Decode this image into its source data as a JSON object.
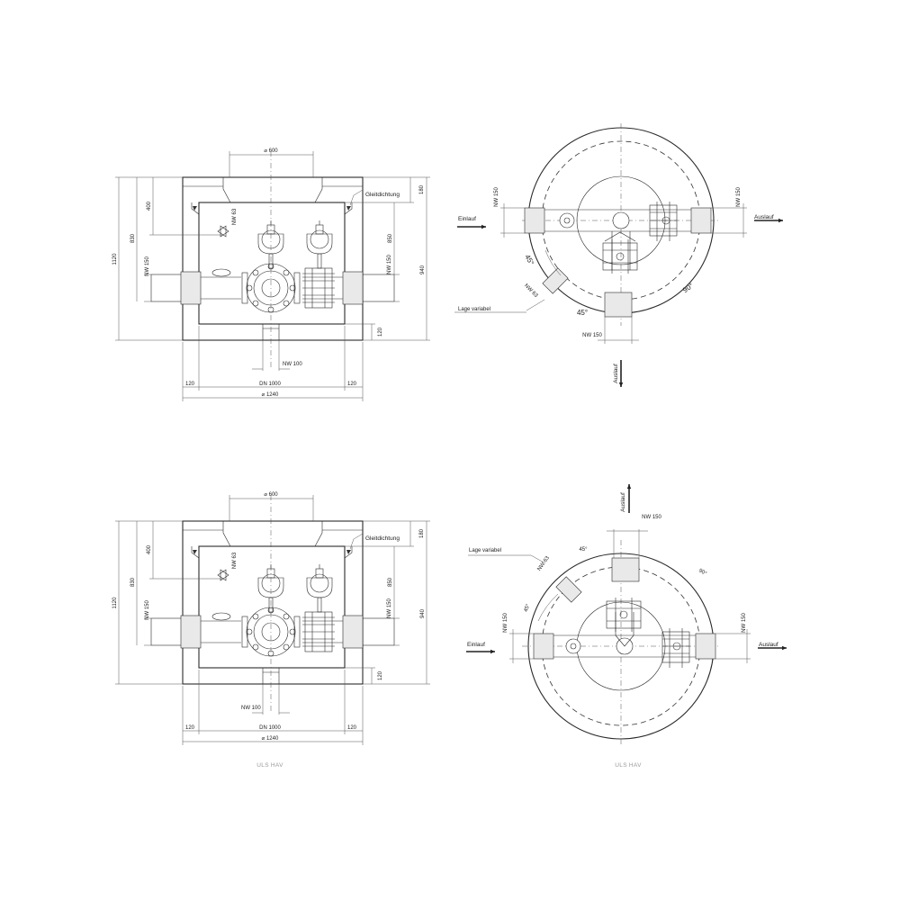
{
  "sections": [
    {
      "side": {
        "top_diameter": "⌀ 600",
        "gleitdichtung": "Gleitdichtung",
        "dim_180": "180",
        "dim_400": "400",
        "nw63": "NW 63",
        "dim_830": "830",
        "dim_850": "850",
        "dim_1120": "1120",
        "dim_940": "940",
        "nw150_left": "NW 150",
        "nw150_right": "NW 150",
        "dim_120_vert": "120",
        "nw100": "NW 100",
        "dim_120_left": "120",
        "dn1000": "DN 1000",
        "dim_120_right": "120",
        "dia1240": "⌀ 1240"
      },
      "plan": {
        "einlauf": "Einlauf",
        "auslauf_right": "Auslauf",
        "auslauf_bottom": "Auslauf",
        "nw150_inlet": "NW 150",
        "nw150_outlet": "NW 150",
        "nw150_bottom": "NW 150",
        "nw63": "NW 63",
        "lage_variabel": "Lage variabel",
        "angle_45_a": "45°",
        "angle_45_b": "45°",
        "angle_90": "90°"
      }
    },
    {
      "side": {
        "top_diameter": "⌀ 600",
        "gleitdichtung": "Gleitdichtung",
        "dim_180": "180",
        "dim_400": "400",
        "nw63": "NW 63",
        "dim_830": "830",
        "dim_850": "850",
        "dim_1120": "1120",
        "dim_940": "940",
        "nw150_left": "NW 150",
        "nw150_right": "NW 150",
        "dim_120_vert": "120",
        "nw100": "NW 100",
        "dim_120_left": "120",
        "dn1000": "DN 1000",
        "dim_120_right": "120",
        "dia1240": "⌀ 1240"
      },
      "plan": {
        "einlauf": "Einlauf",
        "auslauf_right": "Auslauf",
        "auslauf_top": "Auslauf",
        "nw150_inlet": "NW 150",
        "nw150_outlet": "NW 150",
        "nw150_top": "NW 150",
        "nw63": "NW 63",
        "lage_variabel": "Lage variabel",
        "angle_45_a": "45°",
        "angle_45_b": "45°",
        "angle_90": "90°"
      }
    }
  ],
  "captions": {
    "side_view": "ULS HAV",
    "plan_view": "ULS HAV"
  }
}
